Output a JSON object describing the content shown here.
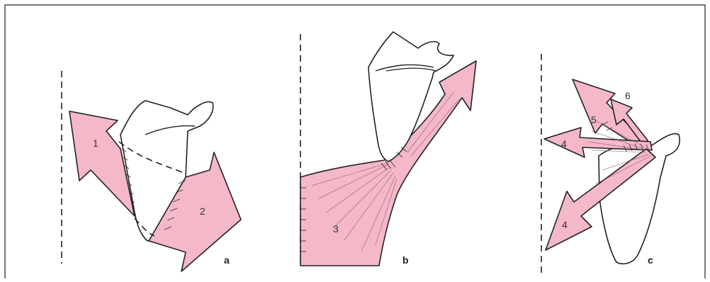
{
  "colors": {
    "muscle_fill": "#f4b8c8",
    "outline": "#222222",
    "frame": "#222222",
    "background": "#ffffff"
  },
  "panels": [
    {
      "id": "a",
      "label": "a",
      "numbers": [
        "1",
        "2"
      ]
    },
    {
      "id": "b",
      "label": "b",
      "numbers": [
        "3"
      ]
    },
    {
      "id": "c",
      "label": "c",
      "numbers": [
        "4",
        "5",
        "6",
        "4"
      ]
    }
  ]
}
